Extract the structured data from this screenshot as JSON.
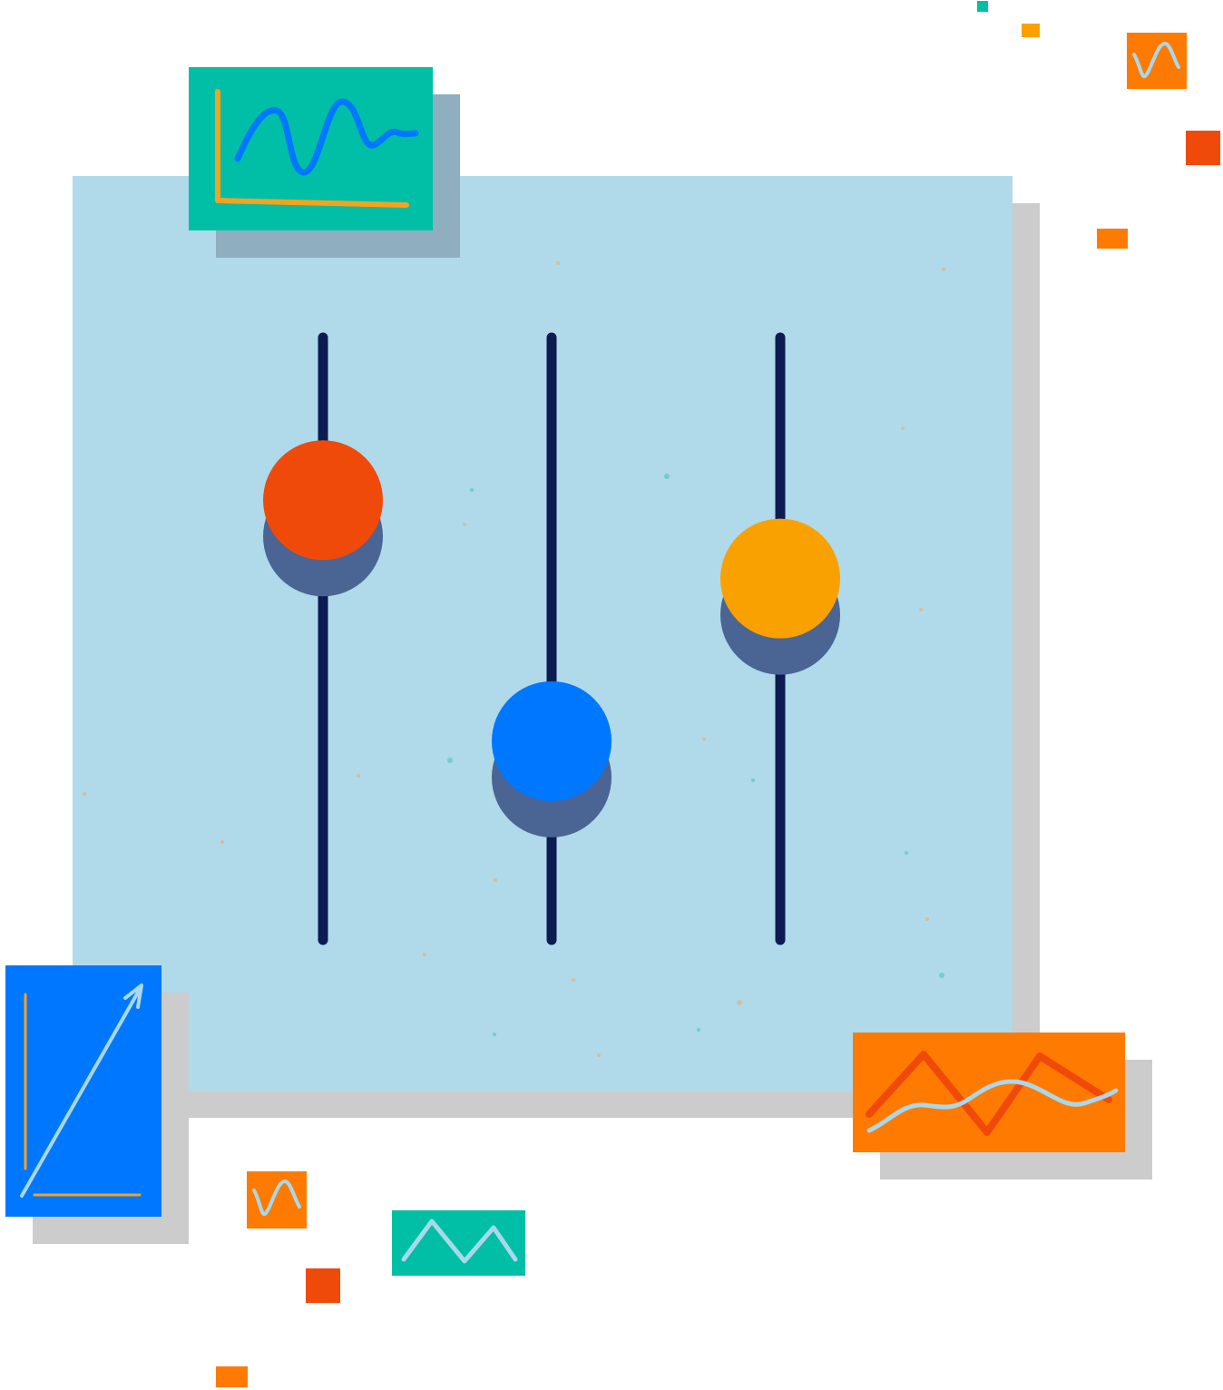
{
  "colors": {
    "panel": "#b0d9ea",
    "panel_shadow": "#cccccc",
    "card_shadow": "#8faebf",
    "track": "#0d1b52",
    "knob_shadow": "#4a6494",
    "red": "#f04a0a",
    "blue": "#0077ff",
    "amber": "#f9a100",
    "orange": "#ff7a00",
    "teal": "#00bfa6",
    "light_blue_line": "#a9d8ec",
    "gold": "#f7a21b"
  },
  "sliders": [
    {
      "name": "slider-left",
      "knob_color": "#f04a0a",
      "level": 0.73
    },
    {
      "name": "slider-middle",
      "knob_color": "#0077ff",
      "level": 0.33
    },
    {
      "name": "slider-right",
      "knob_color": "#f9a100",
      "level": 0.6
    }
  ],
  "icons": [
    "equalizer-sliders-icon",
    "wave-chart-card-icon",
    "trend-arrow-chart-card-icon",
    "line-chart-card-icon",
    "small-wave-tile-icon",
    "zigzag-tile-icon",
    "confetti-square-icon"
  ]
}
